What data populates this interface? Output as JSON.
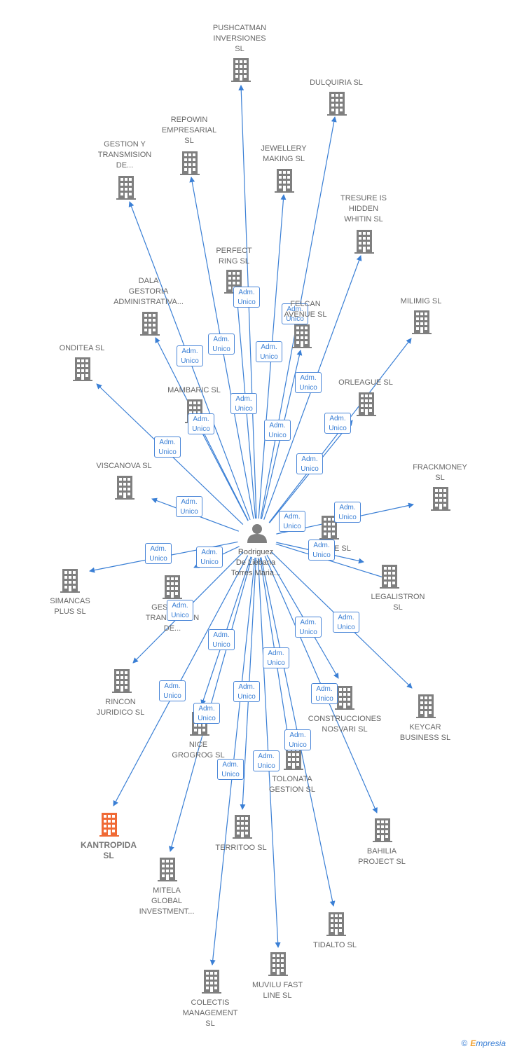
{
  "colors": {
    "edge": "#3a7fd5",
    "building": "#7f7f7f",
    "highlight": "#f06a35",
    "person": "#7f7f7f"
  },
  "center": {
    "label": "Rodriguez\nDe Liebana\nTorres Maria..."
  },
  "footer": {
    "copyright": "©",
    "brand_initial": "E",
    "brand_rest": "mpresia"
  },
  "nodes": [
    {
      "id": "pushcatman",
      "label": "PUSHCATMAN\nINVERSIONES\nSL",
      "edge_label": "Adm.\nUnico"
    },
    {
      "id": "dulquiria",
      "label": "DULQUIRIA  SL",
      "edge_label": "Adm.\nUnico"
    },
    {
      "id": "repowin",
      "label": "REPOWIN\nEMPRESARIAL\nSL",
      "edge_label": "Adm.\nUnico"
    },
    {
      "id": "jewellery",
      "label": "JEWELLERY\nMAKING  SL",
      "edge_label": "Adm.\nUnico"
    },
    {
      "id": "gestion1",
      "label": "GESTION Y\nTRANSMISION\nDE...",
      "edge_label": "Adm.\nUnico"
    },
    {
      "id": "tresure",
      "label": "TRESURE IS\nHIDDEN\nWHITIN  SL",
      "edge_label": "Adm.\nUnico"
    },
    {
      "id": "perfect",
      "label": "PERFECT\nRING  SL",
      "edge_label": "Adm.\nUnico"
    },
    {
      "id": "dala",
      "label": "DALA\nGESTORIA\nADMINISTRATIVA...",
      "edge_label": "Adm.\nUnico"
    },
    {
      "id": "felcan",
      "label": "FELCAN\nAVENUE  SL",
      "edge_label": "Adm.\nUnico"
    },
    {
      "id": "milimig",
      "label": "MILIMIG  SL",
      "edge_label": "Adm.\nUnico"
    },
    {
      "id": "onditea",
      "label": "ONDITEA  SL",
      "edge_label": "Adm.\nUnico"
    },
    {
      "id": "mambaric",
      "label": "MAMBARIC  SL",
      "edge_label": "Adm.\nUnico"
    },
    {
      "id": "orleague",
      "label": "ORLEAGUE  SL",
      "edge_label": "Adm.\nUnico"
    },
    {
      "id": "viscanova",
      "label": "VISCANOVA  SL",
      "edge_label": "Adm.\nUnico"
    },
    {
      "id": "frackmoney",
      "label": "FRACKMONEY\nSL",
      "edge_label": "Adm.\nUnico"
    },
    {
      "id": "rasane",
      "label": "RASANE  SL",
      "edge_label": "Adm.\nUnico"
    },
    {
      "id": "simancas",
      "label": "SIMANCAS\nPLUS  SL",
      "edge_label": "Adm.\nUnico"
    },
    {
      "id": "gestion2",
      "label": "GESTION Y\nTRANSMISION\nDE...",
      "edge_label": "Adm.\nUnico"
    },
    {
      "id": "legalistron",
      "label": "LEGALISTRON\nSL",
      "edge_label": "Adm.\nUnico"
    },
    {
      "id": "rincon",
      "label": "RINCON\nJURIDICO SL",
      "edge_label": "Adm.\nUnico"
    },
    {
      "id": "construcciones",
      "label": "CONSTRUCCIONES\nNOSVARI SL",
      "edge_label": "Adm.\nUnico"
    },
    {
      "id": "keycar",
      "label": "KEYCAR\nBUSINESS  SL",
      "edge_label": "Adm.\nUnico"
    },
    {
      "id": "nice",
      "label": "NICE\nGROGROG  SL",
      "edge_label": "Adm.\nUnico"
    },
    {
      "id": "tolonata",
      "label": "TOLONATA\nGESTION  SL",
      "edge_label": "Adm.\nUnico"
    },
    {
      "id": "kantropida",
      "label": "KANTROPIDA\nSL",
      "edge_label": "Adm.\nUnico",
      "highlight": true
    },
    {
      "id": "territoo",
      "label": "TERRITOO  SL",
      "edge_label": "Adm.\nUnico"
    },
    {
      "id": "bahilia",
      "label": "BAHILIA\nPROJECT  SL",
      "edge_label": "Adm.\nUnico"
    },
    {
      "id": "mitela",
      "label": "MITELA\nGLOBAL\nINVESTMENT...",
      "edge_label": "Adm.\nUnico"
    },
    {
      "id": "tidalto",
      "label": "TIDALTO  SL",
      "edge_label": "Adm.\nUnico"
    },
    {
      "id": "muvilu",
      "label": "MUVILU FAST\nLINE  SL",
      "edge_label": "Adm.\nUnico"
    },
    {
      "id": "colectis",
      "label": "COLECTIS\nMANAGEMENT\nSL",
      "edge_label": "Adm.\nUnico"
    }
  ]
}
